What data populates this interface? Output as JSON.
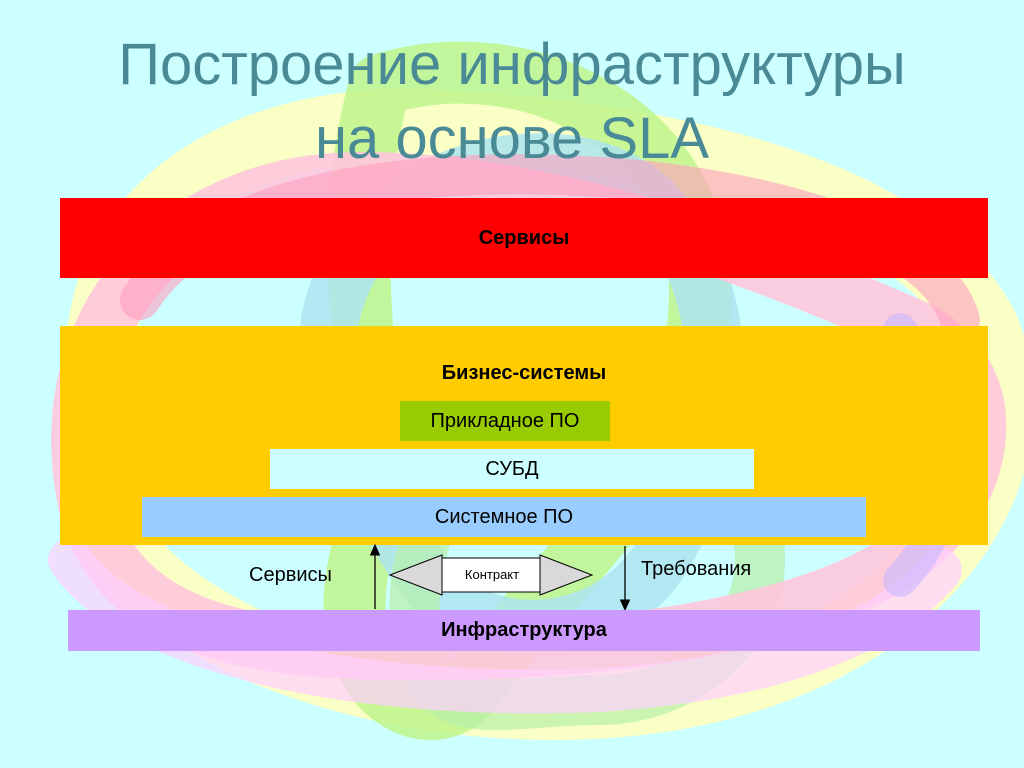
{
  "title": {
    "line1": "Построение инфраструктуры",
    "line2": "на основе SLA"
  },
  "layers": {
    "services": "Сервисы",
    "business_systems": "Бизнес-системы",
    "application_software": "Прикладное ПО",
    "dbms": "СУБД",
    "system_software": "Системное ПО",
    "infrastructure": "Инфраструктура"
  },
  "flows": {
    "services_up": "Сервисы",
    "contract": "Контракт",
    "requirements_down": "Требования"
  },
  "colors": {
    "background": "#ccffff",
    "title": "#4a8a96",
    "services_band": "#ff0000",
    "business_band": "#ffcc00",
    "application_box": "#99cc00",
    "dbms_box": "#ccffff",
    "system_box": "#99ccff",
    "infrastructure_band": "#cc99ff",
    "contract_fill": "#d9d9d9"
  }
}
